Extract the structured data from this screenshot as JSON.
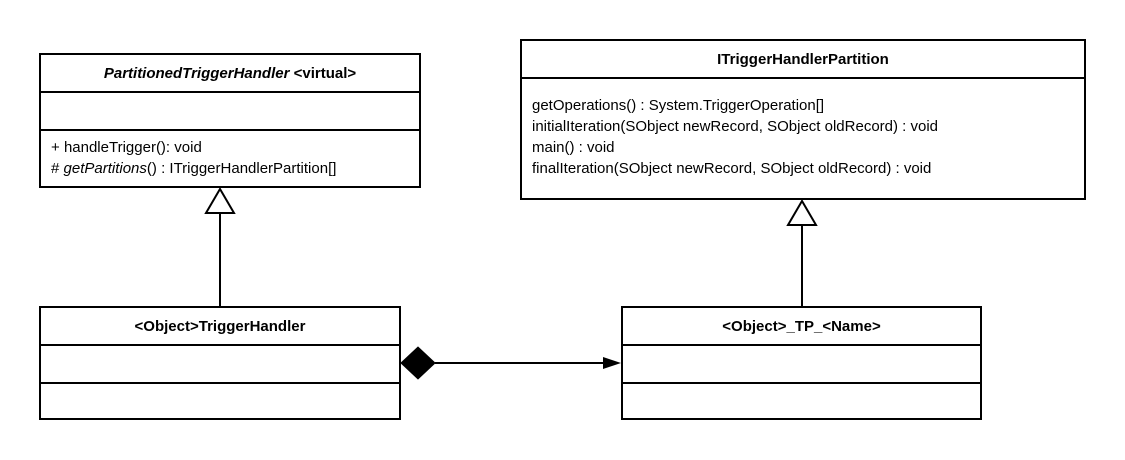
{
  "classes": {
    "partitioned": {
      "name_italic": "PartitionedTriggerHandler",
      "name_suffix": " <virtual>",
      "attributes": [],
      "methods": [
        {
          "prefix": "+ ",
          "name": "handleTrigger",
          "suffix": "(): void",
          "italic": false
        },
        {
          "prefix": "# ",
          "name": "getPartitions",
          "suffix": "() : ITriggerHandlerPartition[]",
          "italic": true
        }
      ]
    },
    "itrigger": {
      "name": "ITriggerHandlerPartition",
      "methods": [
        "getOperations() : System.TriggerOperation[]",
        "initialIteration(SObject newRecord, SObject oldRecord) : void",
        "main() : void",
        "finalIteration(SObject newRecord, SObject oldRecord) : void"
      ]
    },
    "triggerhandler": {
      "name": "<Object>TriggerHandler"
    },
    "tp": {
      "name": "<Object>_TP_<Name>"
    }
  },
  "relations": [
    {
      "from": "<Object>TriggerHandler",
      "to": "PartitionedTriggerHandler",
      "type": "inheritance"
    },
    {
      "from": "<Object>_TP_<Name>",
      "to": "ITriggerHandlerPartition",
      "type": "inheritance"
    },
    {
      "from": "<Object>TriggerHandler",
      "to": "<Object>_TP_<Name>",
      "type": "composition"
    }
  ]
}
